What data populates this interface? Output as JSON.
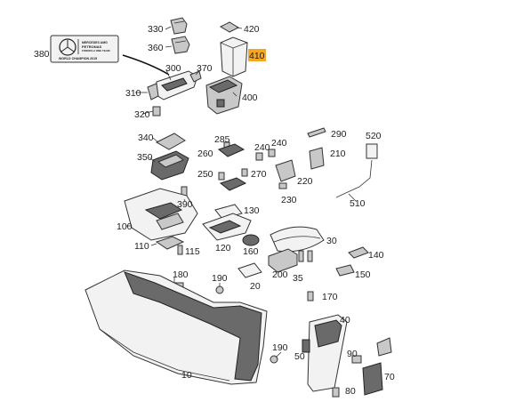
{
  "diagram": {
    "callouts": [
      "330",
      "420",
      "360",
      "410",
      "380",
      "300",
      "370",
      "400",
      "310",
      "320",
      "340",
      "285",
      "240",
      "240",
      "290",
      "520",
      "260",
      "210",
      "350",
      "250",
      "270",
      "220",
      "230",
      "390",
      "510",
      "130",
      "100",
      "120",
      "30",
      "110",
      "115",
      "160",
      "140",
      "180",
      "190",
      "200",
      "35",
      "150",
      "20",
      "170",
      "40",
      "190",
      "90",
      "50",
      "80",
      "70",
      "10"
    ],
    "highlight_color": "#f5a623",
    "badge": {
      "text_line1": "MERCEDES AMG",
      "text_line2": "PETRONAS",
      "text_line3": "FORMULA ONE TEAM",
      "text_line4": "WORLD CHAMPION 2015"
    }
  }
}
